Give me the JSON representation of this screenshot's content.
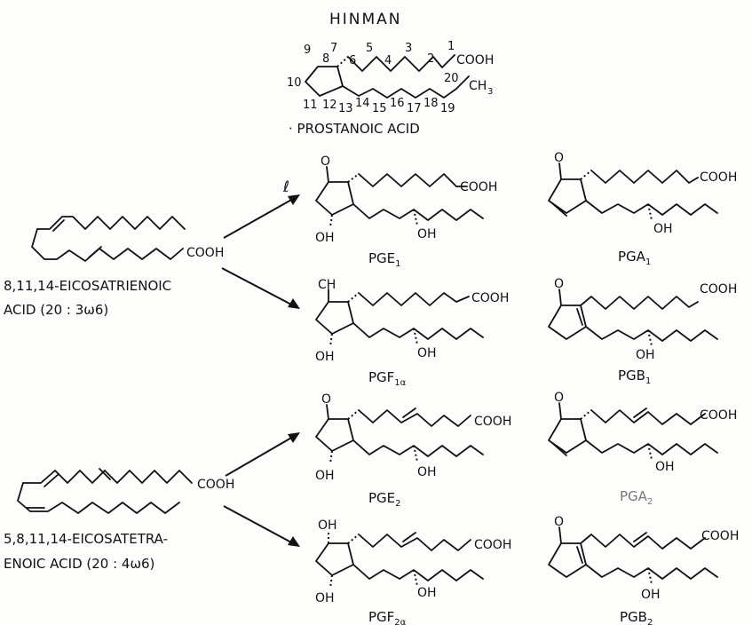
{
  "header": {
    "author": "HINMAN"
  },
  "core": {
    "name": "PROSTANOIC ACID",
    "cooh": "COOH",
    "ch3": "CH",
    "ch3_sub": "3",
    "numbers": [
      "1",
      "2",
      "3",
      "4",
      "5",
      "6",
      "7",
      "8",
      "9",
      "10",
      "11",
      "12",
      "13",
      "14",
      "15",
      "16",
      "17",
      "18",
      "19",
      "20"
    ]
  },
  "precursors": [
    {
      "name_line1": "8,11,14-EICOSATRIENOIC",
      "name_line2": "ACID (20 : 3ω6)",
      "cooh": "COOH"
    },
    {
      "name_line1": "5,8,11,14-EICOSATETRA-",
      "name_line2": "ENOIC ACID (20 : 4ω6)",
      "cooh": "COOH"
    }
  ],
  "products": [
    {
      "id": "pge1",
      "name": "PGE",
      "sub": "1",
      "top": "O",
      "ring_oh": "OH",
      "chain_oh": "OH",
      "cooh": "COOH"
    },
    {
      "id": "pga1",
      "name": "PGA",
      "sub": "1",
      "top": "O",
      "chain_oh": "OH",
      "cooh": "COOH"
    },
    {
      "id": "pgf1a",
      "name": "PGF",
      "sub": "1α",
      "top": "CH",
      "ring_oh": "OH",
      "chain_oh": "OH",
      "cooh": "COOH"
    },
    {
      "id": "pgb1",
      "name": "PGB",
      "sub": "1",
      "top": "O",
      "chain_oh": "OH",
      "cooh": "COOH"
    },
    {
      "id": "pge2",
      "name": "PGE",
      "sub": "2",
      "top": "O",
      "ring_oh": "OH",
      "chain_oh": "OH",
      "cooh": "COOH"
    },
    {
      "id": "pga2",
      "name": "PGA",
      "sub": "2",
      "top": "O",
      "chain_oh": "OH",
      "cooh": "COOH"
    },
    {
      "id": "pgf2a",
      "name": "PGF",
      "sub": "2α",
      "top": "OH",
      "ring_oh": "OH",
      "chain_oh": "OH",
      "cooh": "COOH"
    },
    {
      "id": "pgb2",
      "name": "PGB",
      "sub": "2",
      "top": "O",
      "chain_oh": "OH",
      "cooh": "COOH"
    }
  ]
}
